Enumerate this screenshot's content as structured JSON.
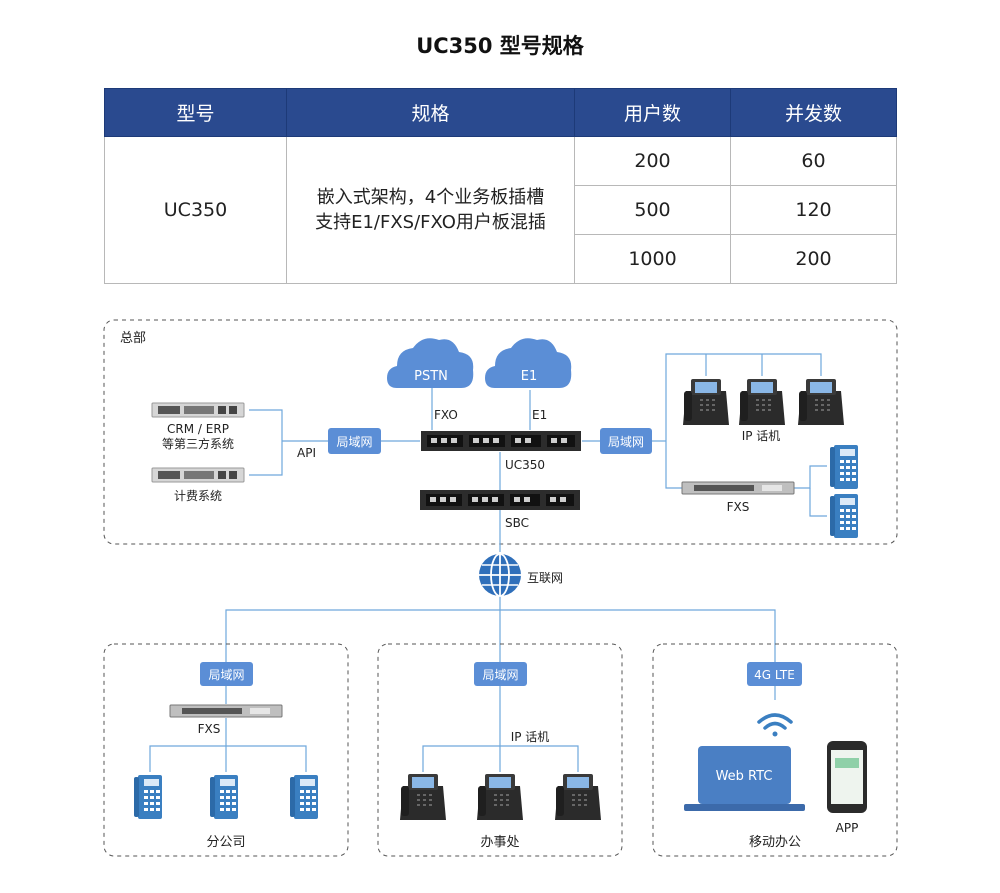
{
  "title": "UC350 型号规格",
  "table": {
    "headers": [
      "型号",
      "规格",
      "用户数",
      "并发数"
    ],
    "model": "UC350",
    "spec_line1": "嵌入式架构，4个业务板插槽",
    "spec_line2": "支持E1/FXS/FXO用户板混插",
    "rows": [
      {
        "users": "200",
        "concurrent": "60"
      },
      {
        "users": "500",
        "concurrent": "120"
      },
      {
        "users": "1000",
        "concurrent": "200"
      }
    ]
  },
  "diagram": {
    "hq_label": "总部",
    "clouds": {
      "pstn": "PSTN",
      "e1": "E1"
    },
    "links": {
      "fxo": "FXO",
      "e1": "E1",
      "api": "API"
    },
    "hq_left": {
      "crm_line1": "CRM / ERP",
      "crm_line2": "等第三方系统",
      "billing": "计费系统"
    },
    "lan_label": "局域网",
    "uc350_label": "UC350",
    "sbc_label": "SBC",
    "ip_phone_label": "IP 话机",
    "fxs_label": "FXS",
    "internet_label": "互联网",
    "branches": {
      "branch_office": {
        "lan": "局域网",
        "fxs": "FXS",
        "name": "分公司"
      },
      "office": {
        "lan": "局域网",
        "ip_phone": "IP 话机",
        "name": "办事处"
      },
      "mobile": {
        "lte": "4G LTE",
        "webrtc": "Web RTC",
        "app": "APP",
        "name": "移动办公"
      }
    },
    "colors": {
      "header_blue": "#2a4a8f",
      "lan_blue": "#5b8ed6",
      "cloud_blue": "#5b8ed6",
      "line": "#6fa8dc",
      "phone_dark": "#333333",
      "teal_phone": "#3a7fc1"
    }
  }
}
